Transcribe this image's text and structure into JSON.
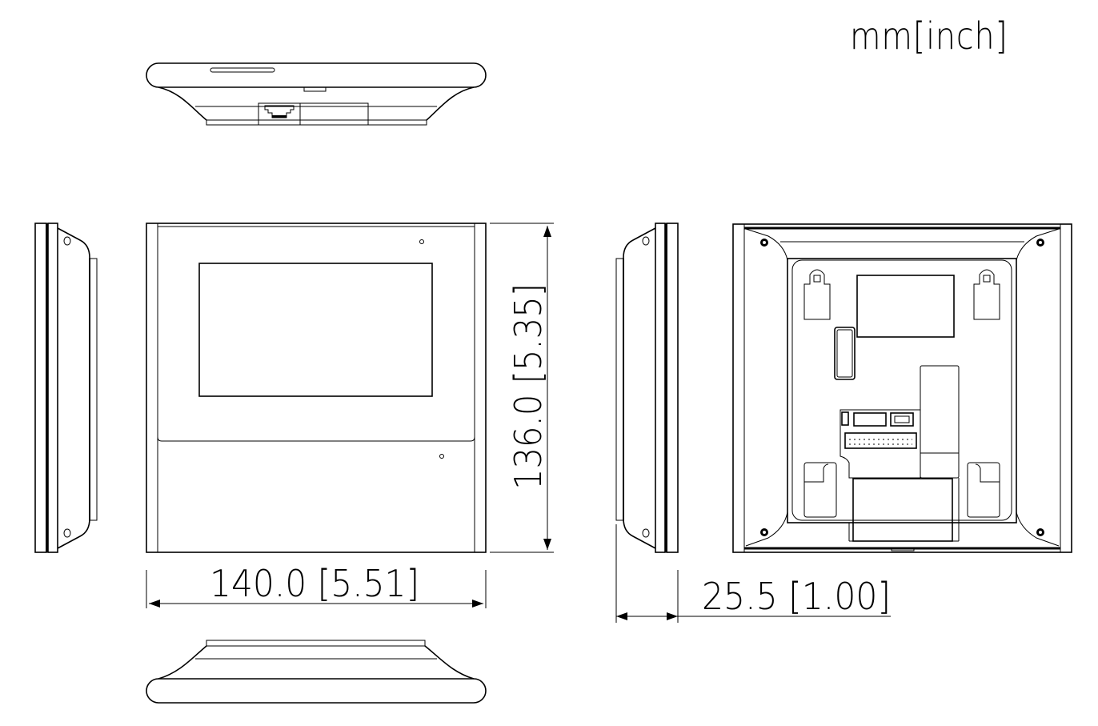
{
  "drawing": {
    "units_label": "mm[inch]",
    "views": [
      {
        "name": "top-view",
        "description": "Top edge view with RJ45 port"
      },
      {
        "name": "left-side-view"
      },
      {
        "name": "front-view",
        "description": "Front panel with screen"
      },
      {
        "name": "right-side-view"
      },
      {
        "name": "rear-view",
        "description": "Back panel with mounting slots and connectors"
      },
      {
        "name": "bottom-view"
      }
    ],
    "dimensions": {
      "width": {
        "mm": "140.0",
        "inch": "[5.51]",
        "label": "140.0  [5.51]"
      },
      "height": {
        "mm": "136.0",
        "inch": "[5.35]",
        "label": "136.0  [5.35]"
      },
      "depth": {
        "mm": "25.5",
        "inch": "[1.00]",
        "label": "25.5  [1.00]"
      }
    }
  }
}
